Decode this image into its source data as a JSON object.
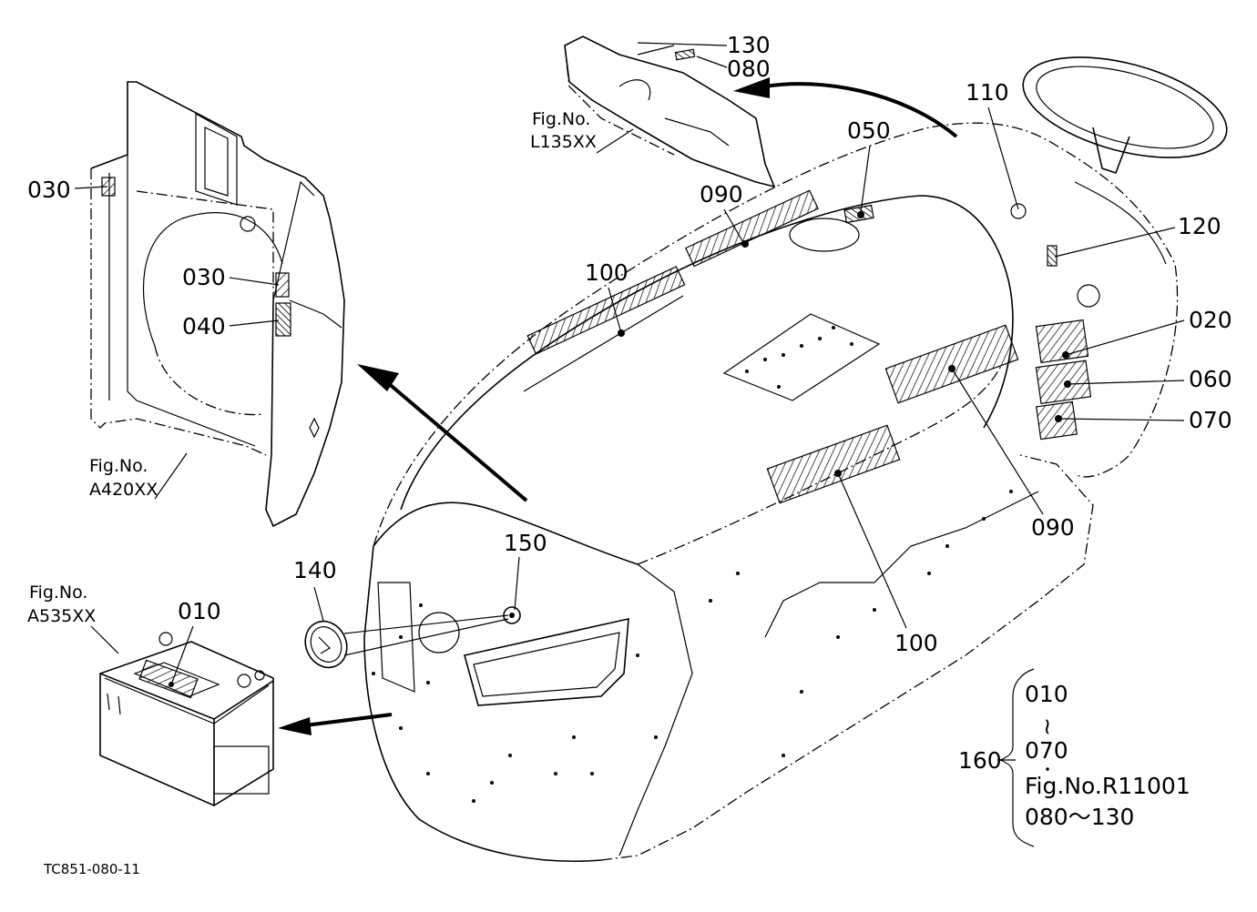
{
  "drawing_id": "TC851-080-11",
  "callouts": {
    "c010_battery": "010",
    "c020": "020",
    "c030_top": "030",
    "c030_mid": "030",
    "c040": "040",
    "c050": "050",
    "c060": "060",
    "c070": "070",
    "c080": "080",
    "c090_top": "090",
    "c090_right": "090",
    "c100_top": "100",
    "c100_bottom": "100",
    "c110": "110",
    "c120": "120",
    "c130": "130",
    "c140": "140",
    "c150": "150"
  },
  "fig_refs": {
    "l135": {
      "line1": "Fig.No.",
      "line2": "L135XX"
    },
    "a420": {
      "line1": "Fig.No.",
      "line2": "A420XX"
    },
    "a535": {
      "line1": "Fig.No.",
      "line2": "A535XX"
    }
  },
  "kit": {
    "number": "160",
    "range_start": "010",
    "tilde": "~",
    "range_end": "070",
    "fig_ref": "Fig.No.R11001",
    "range_2": "080～130"
  }
}
